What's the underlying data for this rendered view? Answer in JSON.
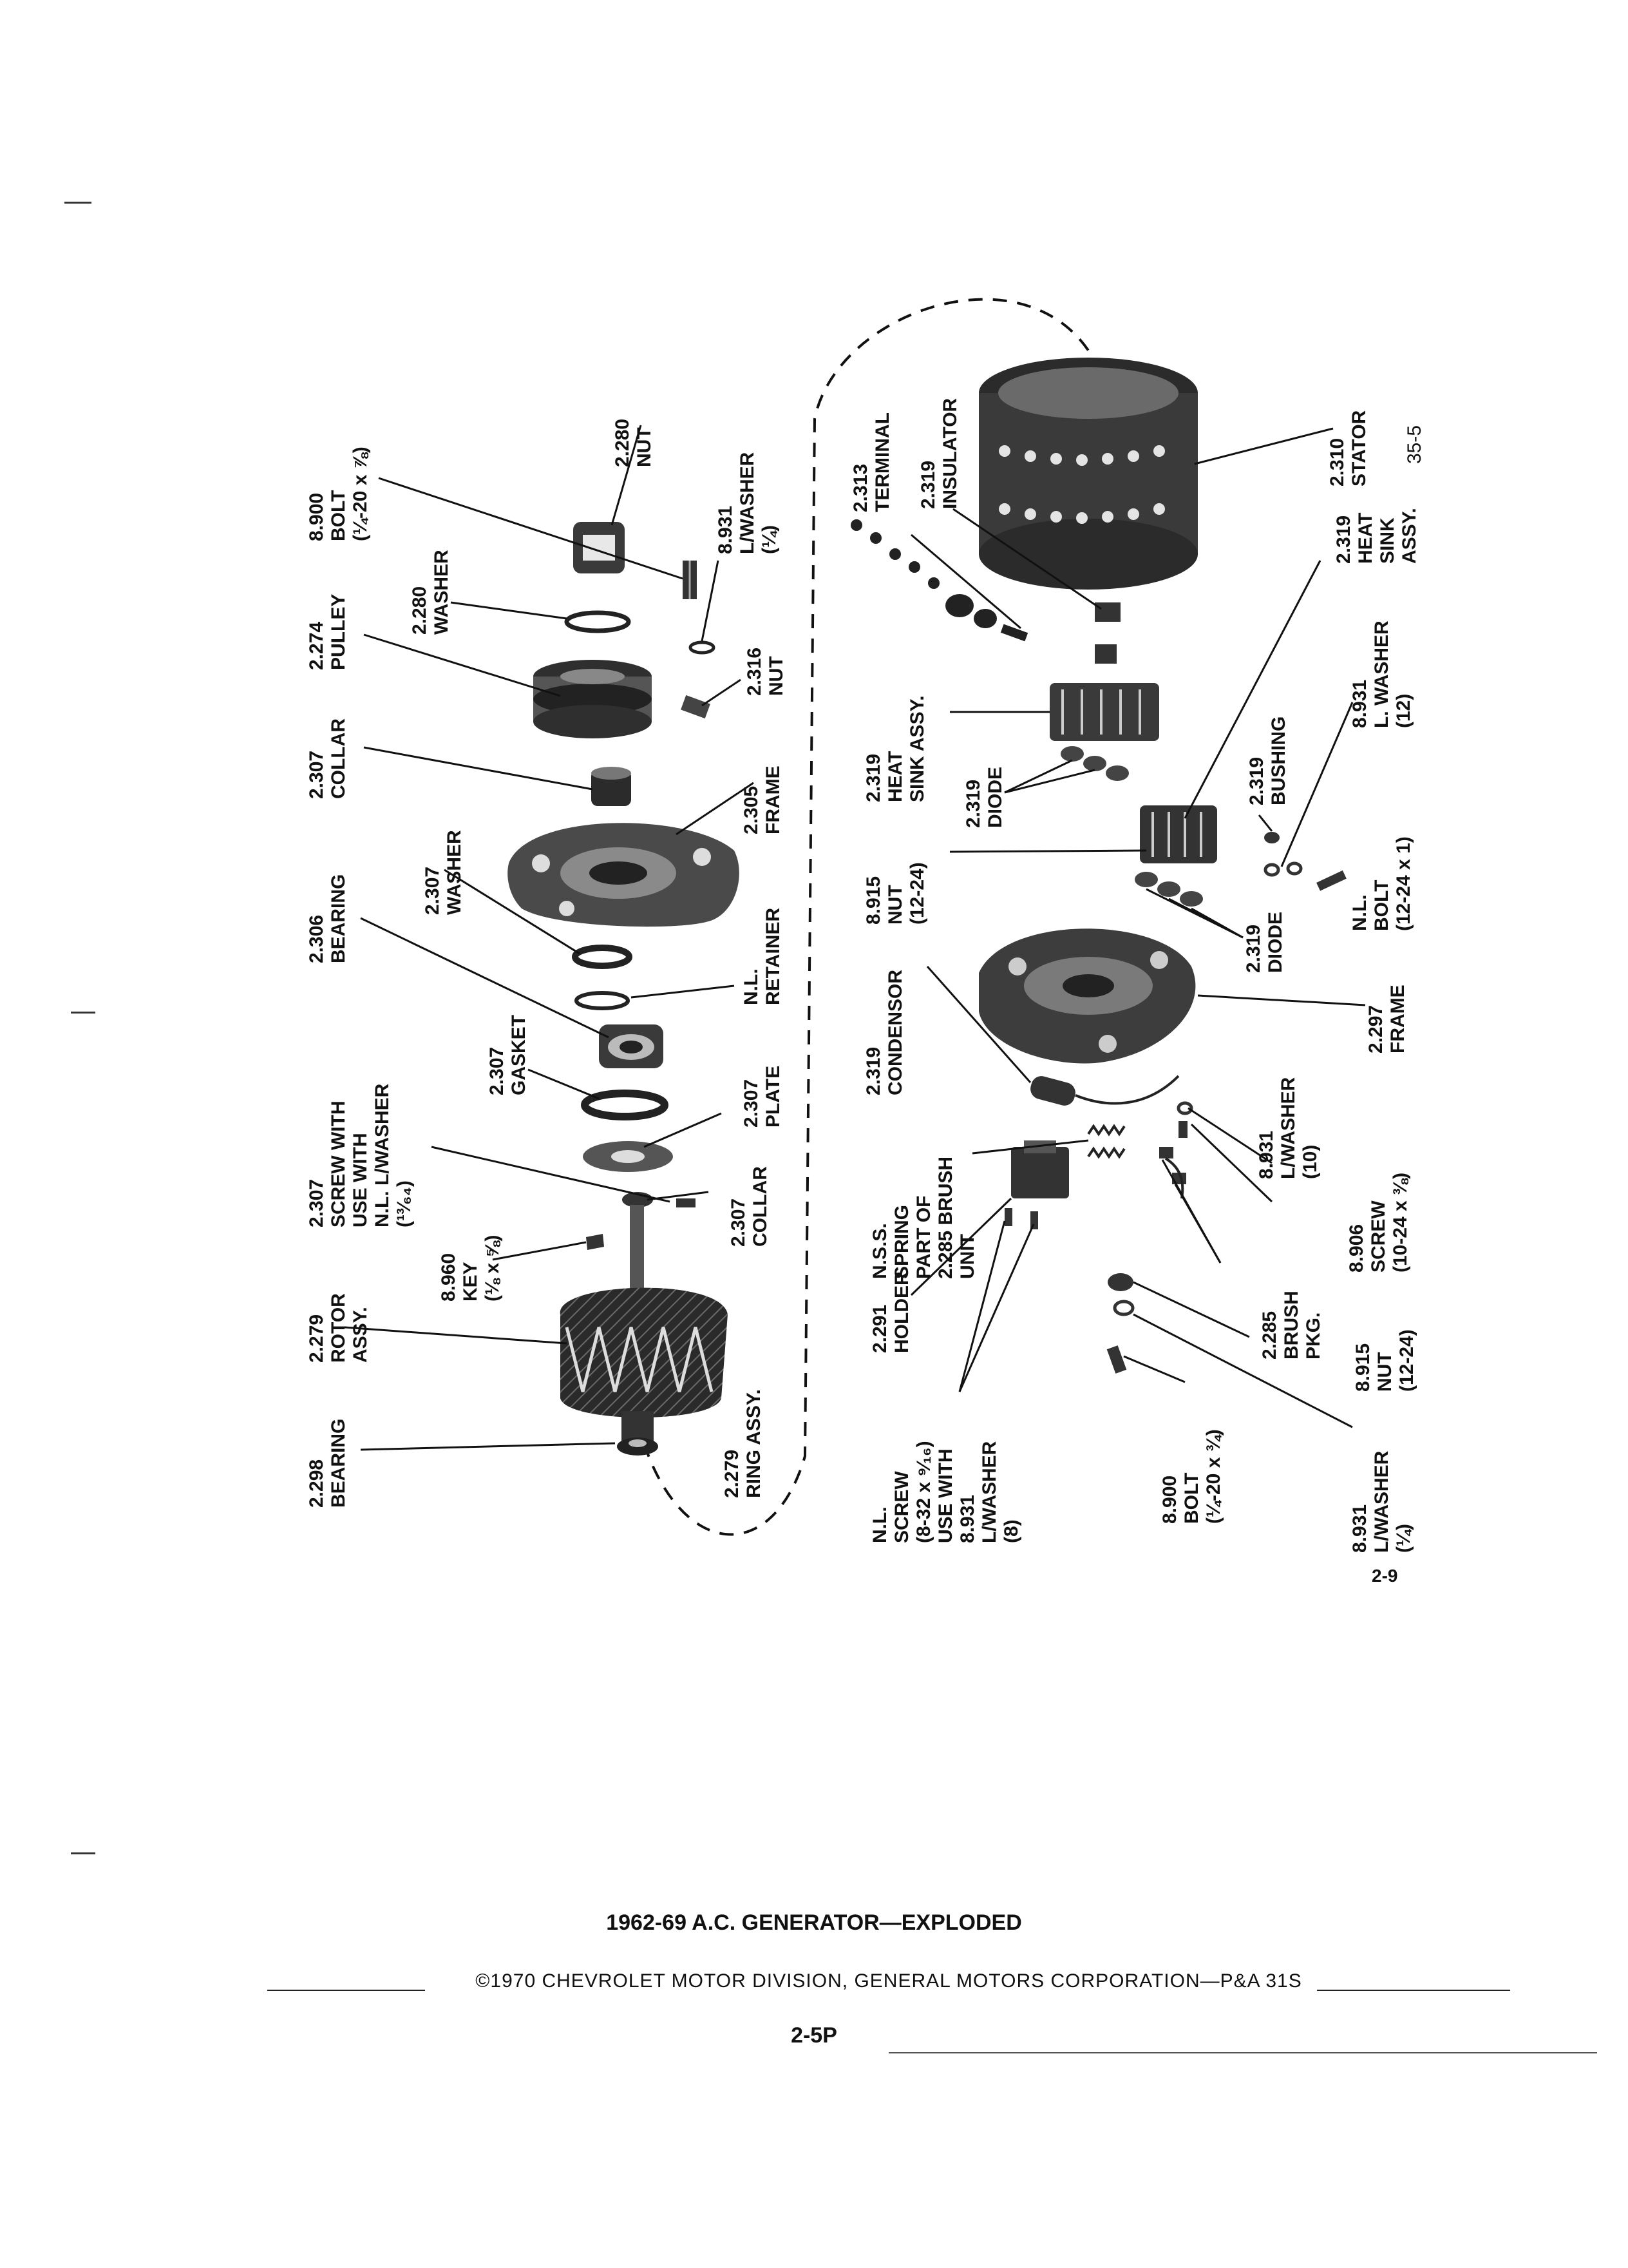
{
  "title": "1962-69 A.C. GENERATOR—EXPLODED",
  "copyright": "©1970 CHEVROLET MOTOR DIVISION, GENERAL MOTORS CORPORATION—P&A 31S",
  "page_number": "2-5P",
  "page_ref": "2-9",
  "figure_ref": "35-5",
  "labels": {
    "bolt_top": "8.900\nBOLT\n(¼-20 x ⅞)",
    "pulley": "2.274\nPULLEY",
    "washer_2280": "2.280\nWASHER",
    "nut_2280": "2.280\nNUT",
    "lwasher_top": "8.931\nL/WASHER\n(¼)",
    "nut_2316": "2.316\nNUT",
    "collar_top": "2.307\nCOLLAR",
    "bearing_2306": "2.306\nBEARING",
    "washer_2307": "2.307\nWASHER",
    "frame_2305": "2.305\nFRAME",
    "retainer": "N.L.\nRETAINER",
    "gasket": "2.307\nGASKET",
    "screw_top": "2.307\nSCREW WITH\nUSE WITH\nN.L. L/WASHER\n(¹³⁄₆₄)",
    "plate": "2.307\nPLATE",
    "rotor": "2.279\nROTOR\nASSY.",
    "key": "8.960\nKEY\n(⅛ x ⅝)",
    "collar_bottom": "2.307\nCOLLAR",
    "bearing_2298": "2.298\nBEARING",
    "ring_assy": "2.279\nRING ASSY.",
    "terminal": "2.313\nTERMINAL",
    "insulator": "2.319\nINSULATOR",
    "stator": "2.310\nSTATOR",
    "heat_sink_top": "2.319\nHEAT\nSINK ASSY.",
    "heat_sink_right": "2.319\nHEAT\nSINK\nASSY.",
    "diode_top": "2.319\nDIODE",
    "nut_8915_top": "8.915\nNUT\n(12-24)",
    "bushing": "2.319\nBUSHING",
    "lwasher_12": "8.931\nL. WASHER\n(12)",
    "bolt_nl": "N.L.\nBOLT\n(12-24 x 1)",
    "diode_bottom": "2.319\nDIODE",
    "condensor": "2.319\nCONDENSOR",
    "frame_2297": "2.297\nFRAME",
    "spring": "N.S.S.\nSPRING\nPART OF\n2.285 BRUSH\nUNIT",
    "lwasher_10": "8.931\nL/WASHER\n(10)",
    "screw_8906": "8.906\nSCREW\n(10-24 x ⅜)",
    "holder": "2.291\nHOLDER",
    "brush_pkg": "2.285\nBRUSH\nPKG.",
    "nut_8915_bottom": "8.915\nNUT\n(12-24)",
    "screw_nl": "N.L.\nSCREW\n(8-32 x ⁹⁄₁₆)\nUSE WITH\n8.931\nL/WASHER\n(8)",
    "bolt_bottom": "8.900\nBOLT\n(¼-20 x ¾)",
    "lwasher_bottom": "8.931\nL/WASHER\n(¼)"
  }
}
